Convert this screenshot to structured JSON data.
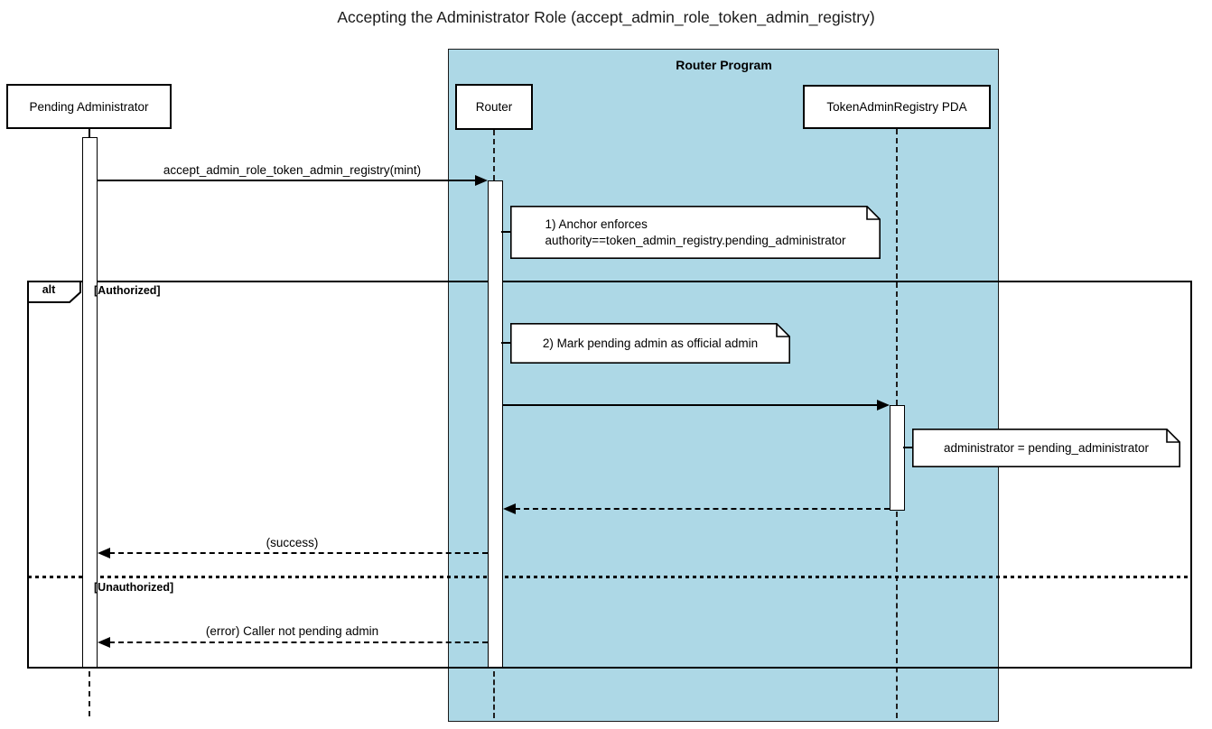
{
  "title": "Accepting the Administrator Role (accept_admin_role_token_admin_registry)",
  "group": {
    "label": "Router Program"
  },
  "participants": {
    "pending_admin": "Pending Administrator",
    "router": "Router",
    "token_admin_registry_pda": "TokenAdminRegistry PDA"
  },
  "alt_frame": {
    "operator": "alt",
    "guard_authorized": "[Authorized]",
    "guard_unauthorized": "[Unauthorized]"
  },
  "messages": {
    "call": "accept_admin_role_token_admin_registry(mint)",
    "success_return": "(success)",
    "error_return": "(error) Caller not pending admin"
  },
  "notes": {
    "anchor_enforces_line1": "1) Anchor enforces",
    "anchor_enforces_line2": "authority==token_admin_registry.pending_administrator",
    "mark_admin": "2) Mark pending admin as official admin",
    "assign_admin": "administrator = pending_administrator"
  },
  "colors": {
    "group_fill": "#add8e6",
    "line": "#000000",
    "note_fill": "#ffffff"
  }
}
